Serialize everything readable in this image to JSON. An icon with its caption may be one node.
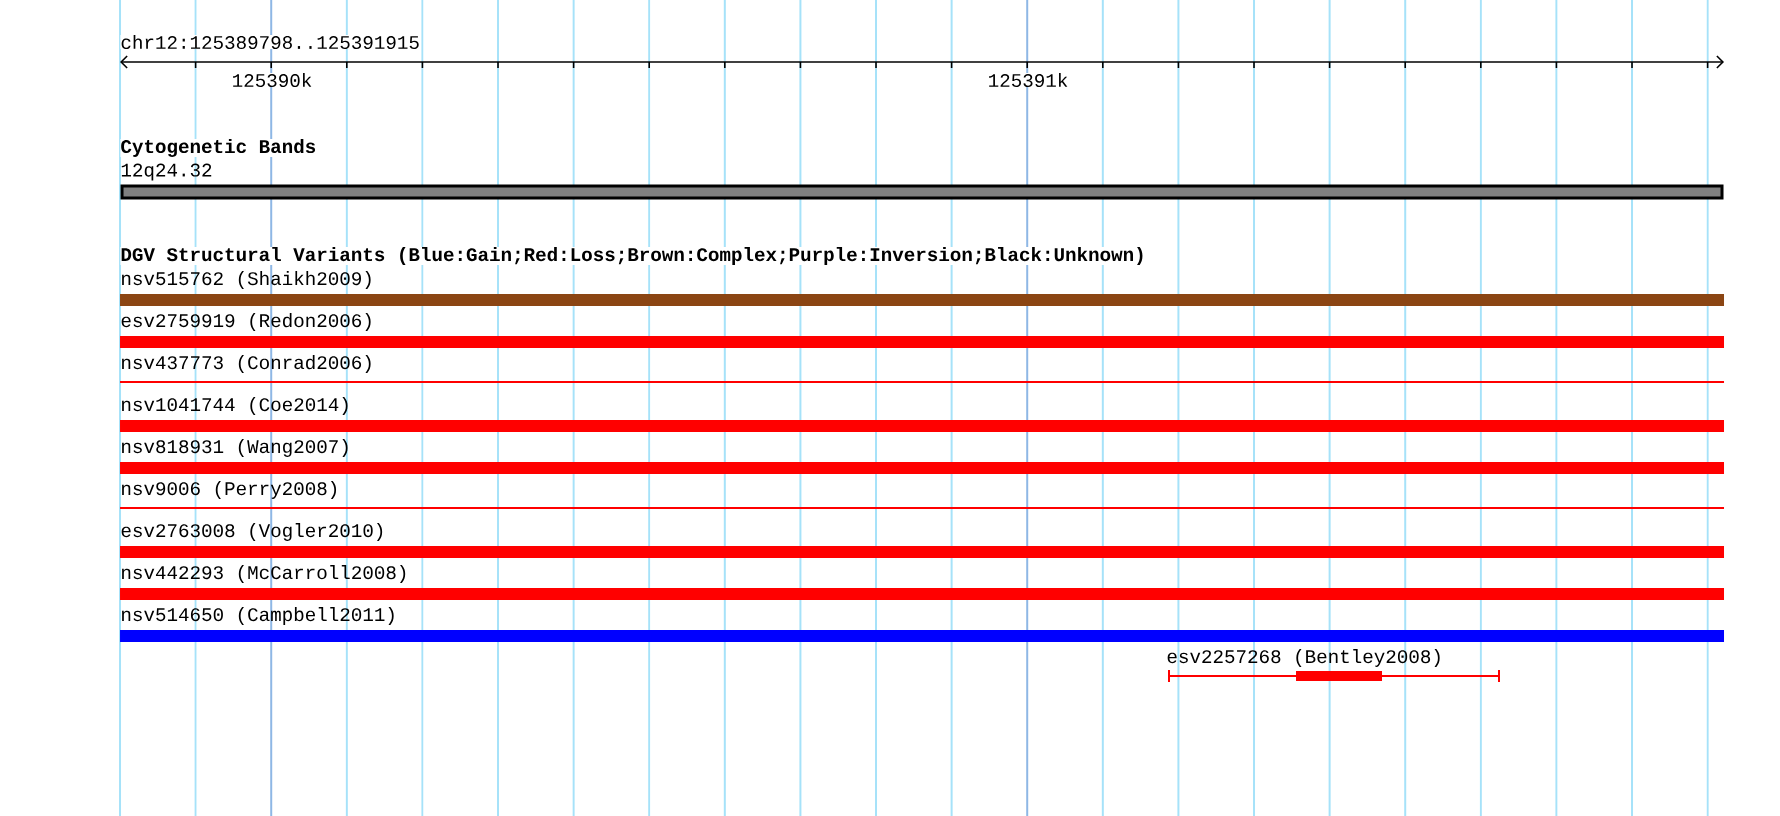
{
  "diagram": {
    "nodes": [
      {
        "text": [
          "12q24.32"
        ]
      },
      {
        "text": [
          "nsv515762 (Shaikh2009)"
        ]
      },
      {
        "text": [
          "esv2759919 (Redon2006)"
        ]
      },
      {
        "text": [
          "nsv437773 (Conrad2006)"
        ]
      },
      {
        "text": [
          "nsv1041744 (Coe2014)"
        ]
      },
      {
        "text": [
          "nsv818931 (Wang2007)"
        ]
      },
      {
        "text": [
          "nsv9006 (Perry2008)"
        ]
      },
      {
        "text": [
          "esv2763008 (Vogler2010)"
        ]
      },
      {
        "text": [
          "nsv442293 (McCarroll2008)"
        ]
      },
      {
        "text": [
          "nsv514650 (Campbell2011)"
        ]
      },
      {
        "text": [
          "esv2257268 (Bentley2008)"
        ]
      }
    ],
    "labels": [
      "chr12:125389798..125391915",
      "125390k",
      "125391k",
      "Cytogenetic Bands",
      "DGV Structural Variants (Blue:Gain;Red:Loss;Brown:Complex;Purple:Inversion;Black:Unknown)"
    ]
  }
}
